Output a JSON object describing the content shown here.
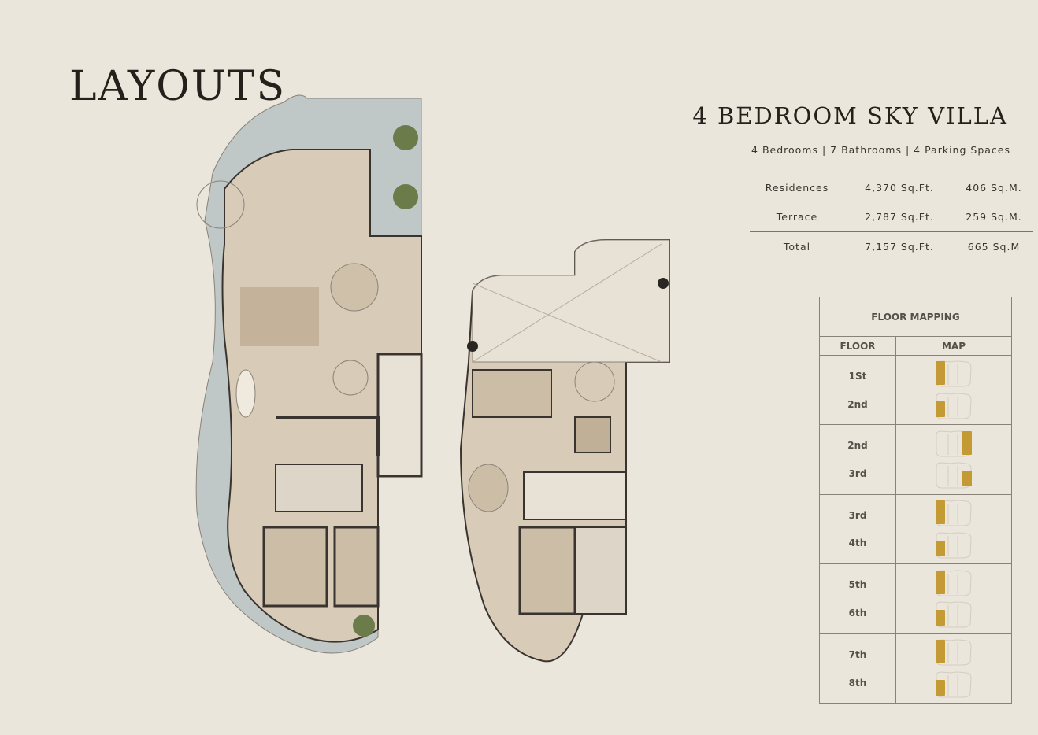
{
  "page_title": "LAYOUTS",
  "unit": {
    "title": "4 BEDROOM SKY VILLA",
    "summary": "4 Bedrooms | 7 Bathrooms | 4 Parking Spaces",
    "areas": [
      {
        "label": "Residences",
        "sqft": "4,370 Sq.Ft.",
        "sqm": "406 Sq.M."
      },
      {
        "label": "Terrace",
        "sqft": "2,787 Sq.Ft.",
        "sqm": "259 Sq.M."
      }
    ],
    "total": {
      "label": "Total",
      "sqft": "7,157 Sq.Ft.",
      "sqm": "665 Sq.M"
    }
  },
  "floor_mapping": {
    "title": "FLOOR MAPPING",
    "col_floor": "FLOOR",
    "col_map": "MAP",
    "groups": [
      {
        "floors": [
          "1St",
          "2nd"
        ],
        "highlight": "left"
      },
      {
        "floors": [
          "2nd",
          "3rd"
        ],
        "highlight": "right"
      },
      {
        "floors": [
          "3rd",
          "4th"
        ],
        "highlight": "left"
      },
      {
        "floors": [
          "5th",
          "6th"
        ],
        "highlight": "left"
      },
      {
        "floors": [
          "7th",
          "8th"
        ],
        "highlight": "left"
      }
    ]
  },
  "colors": {
    "background": "#ebe6dc",
    "gold": "#c49a35",
    "wall": "#3a3430",
    "floor": "#d9cdb9",
    "water": "#b9c4c4"
  }
}
